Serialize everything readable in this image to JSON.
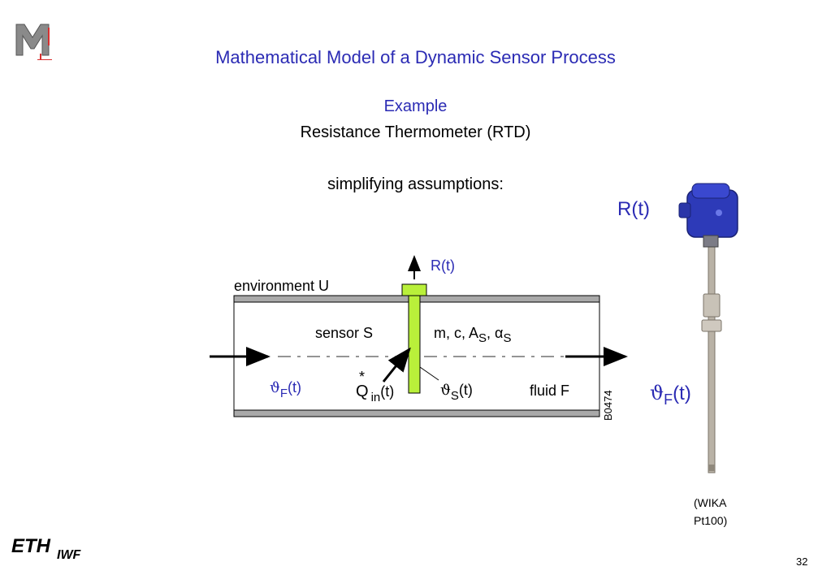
{
  "header": {
    "title": "Mathematical Model of a Dynamic Sensor Process",
    "subtitle": "Example",
    "subtitle2": "Resistance Thermometer (RTD)",
    "assumptions": "simplifying assumptions:"
  },
  "diagram": {
    "output_label": "R(t)",
    "environment_label": "environment U",
    "sensor_label": "sensor S",
    "params_label_base": "m, c, A",
    "params_sub1": "S",
    "params_sep": ", ",
    "params_alpha": "α",
    "params_sub2": "S",
    "theta_f_symbol": "ϑ",
    "theta_f_sub": "F",
    "theta_f_arg": "(t)",
    "q_symbol": "Q",
    "q_star": "*",
    "q_sub": "in",
    "q_arg": "(t)",
    "theta_s_symbol": "ϑ",
    "theta_s_sub": "S",
    "theta_s_arg": "(t)",
    "fluid_label": "fluid F",
    "figure_code": "B0474"
  },
  "photo": {
    "rt_label": "R(t)",
    "theta_symbol": "ϑ",
    "theta_sub": "F",
    "theta_arg": "(t)",
    "source_line1": "(WIKA",
    "source_line2": "Pt100)"
  },
  "footer": {
    "eth_text": "ETH",
    "iwf_text": "IWF",
    "page_number": "32"
  },
  "colors": {
    "blue": "#2b2bb4",
    "sensor_green": "#b9f03a",
    "wall_gray": "#a9a9a9",
    "logo_red": "#d83030"
  }
}
